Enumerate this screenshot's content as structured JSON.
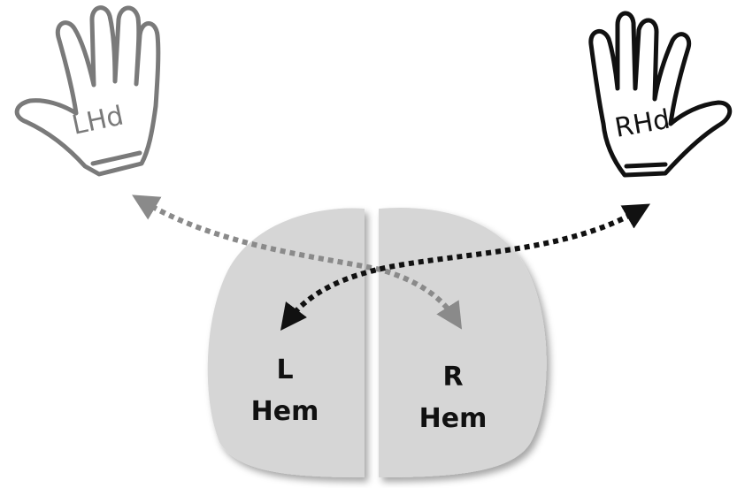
{
  "left_hand": {
    "label": "LHd",
    "color": "#7a7a7a"
  },
  "right_hand": {
    "label": "RHd",
    "color": "#111111"
  },
  "left_hemisphere": {
    "line1": "L",
    "line2": "Hem"
  },
  "right_hemisphere": {
    "line1": "R",
    "line2": "Hem"
  },
  "colors": {
    "hemisphere_fill": "#d6d6d6",
    "left_arrow": "#8a8a8a",
    "right_arrow": "#111111"
  }
}
